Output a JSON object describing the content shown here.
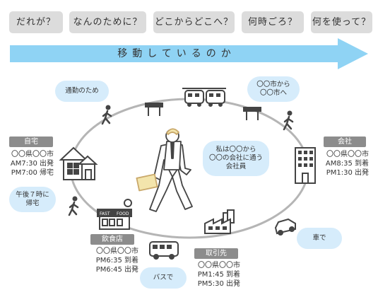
{
  "questions": [
    "だれが？",
    "なんのために？",
    "どこからどこへ？",
    "何時ごろ？",
    "何を使って？"
  ],
  "banner": {
    "label": "移動しているのか",
    "color": "#8fd3f4"
  },
  "colors": {
    "bubble": "#d6ecfb",
    "tag": "#8c8c8c",
    "loop": "#b5b5b5",
    "line": "#444444"
  },
  "bubbles": {
    "commute": "通勤のため",
    "from_to": [
      "〇〇市から",
      "〇〇市へ"
    ],
    "person": [
      "私は〇〇から",
      "〇〇の会社に通う",
      "会社員"
    ],
    "return_home": [
      "午後７時に",
      "帰宅"
    ],
    "car": "車で",
    "bus": "バスで"
  },
  "places": {
    "home": {
      "tag": "自宅",
      "lines": [
        "〇〇県〇〇市",
        "AM7:30 出発",
        "PM7:00 帰宅"
      ]
    },
    "office": {
      "tag": "会社",
      "lines": [
        "〇〇県〇〇市",
        "AM8:35 到着",
        "PM1:30 出発"
      ]
    },
    "restaurant": {
      "tag": "飲食店",
      "lines": [
        "〇〇県〇〇市",
        "PM6:35 到着",
        "PM6:45 出発"
      ],
      "sign": [
        "FAST",
        "FOOD"
      ]
    },
    "client": {
      "tag": "取引先",
      "lines": [
        "〇〇県〇〇市",
        "PM1:45 到着",
        "PM5:30 出発"
      ]
    }
  },
  "icons": [
    "train-icon",
    "station-icon",
    "walking-person-icon",
    "house-icon",
    "office-building-icon",
    "factory-icon",
    "fast-food-shop-icon",
    "bus-icon",
    "car-icon",
    "businessman-illustration"
  ]
}
